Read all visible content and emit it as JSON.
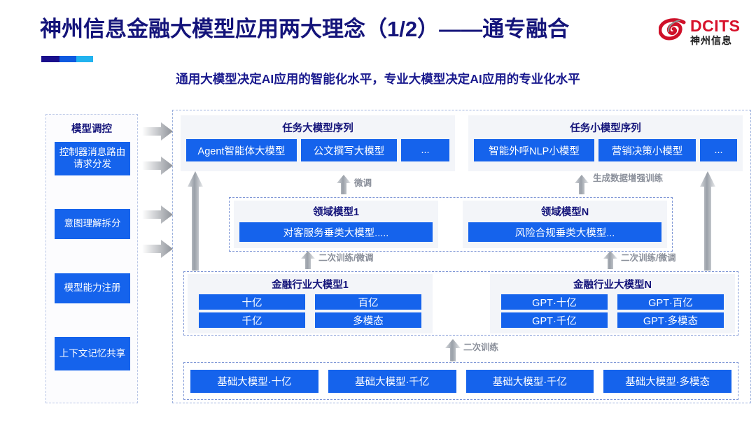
{
  "header": {
    "title": "神州信息金融大模型应用两大理念（1/2）——通专融合",
    "subtitle": "通用大模型决定AI应用的智能化水平，专业大模型决定AI应用的专业化水平",
    "logo_en": "DCITS",
    "logo_cn": "神州信息",
    "accent_colors": [
      "#1a0f8c",
      "#0f5ae0",
      "#22b3ef"
    ],
    "brand_red": "#d7122b",
    "title_color": "#14147a"
  },
  "left_panel": {
    "title": "模型调控",
    "items": [
      {
        "label": "控制器消息路由请求分发"
      },
      {
        "label": "意图理解拆分"
      },
      {
        "label": "模型能力注册"
      },
      {
        "label": "上下文记忆共享"
      }
    ]
  },
  "diagram": {
    "box_color": "#1563ec",
    "panel_bg": "#f3f5f9",
    "row_task": [
      {
        "title": "任务大模型序列",
        "chips": [
          "Agent智能体大模型",
          "公文撰写大模型",
          "..."
        ]
      },
      {
        "title": "任务小模型序列",
        "chips": [
          "智能外呼NLP小模型",
          "营销决策小模型",
          "..."
        ]
      }
    ],
    "row_domain": [
      {
        "title": "领域模型1",
        "bar": "对客服务垂类大模型....."
      },
      {
        "title": "领域模型N",
        "bar": "风险合规垂类大模型..."
      }
    ],
    "row_industry": [
      {
        "title": "金融行业大模型1",
        "cells": [
          "十亿",
          "百亿",
          "千亿",
          "多模态"
        ]
      },
      {
        "title": "金融行业大模型N",
        "cells": [
          "GPT·十亿",
          "GPT·百亿",
          "GPT·千亿",
          "GPT·多模态"
        ]
      }
    ],
    "row_base": [
      "基础大模型·十亿",
      "基础大模型·千亿",
      "基础大模型·千亿",
      "基础大模型·多模态"
    ],
    "flow_labels": {
      "fine_tune": "微调",
      "data_augment": "生成数据增强训练",
      "secondary_train_tune_left": "二次训练/微调",
      "secondary_train_tune_right": "二次训练/微调",
      "secondary_train": "二次训练"
    }
  }
}
